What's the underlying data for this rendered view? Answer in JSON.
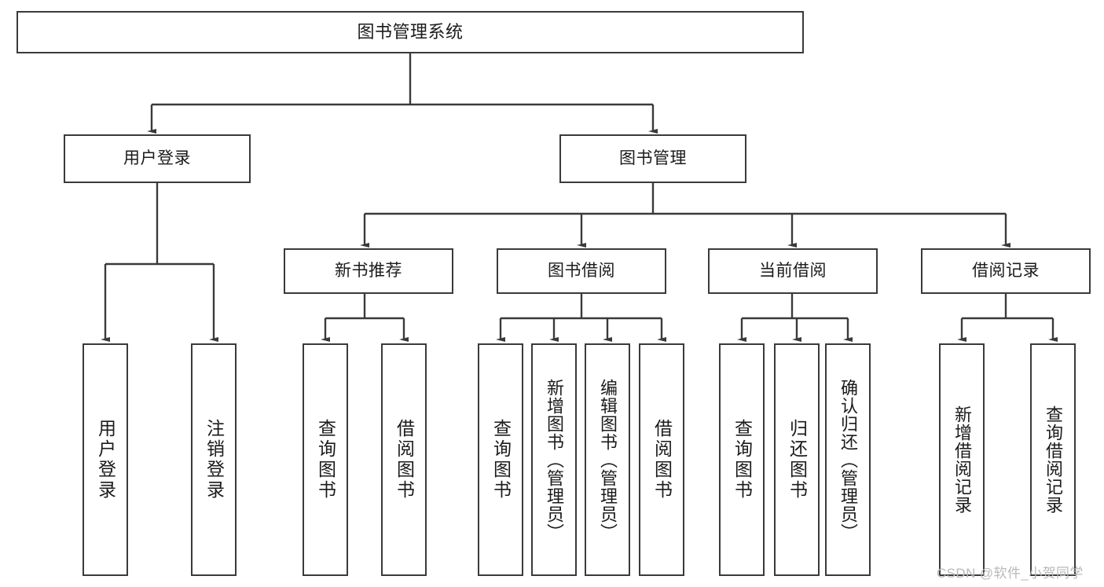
{
  "diagram": {
    "title": "图书管理系统",
    "type": "tree-hierarchy-chart",
    "nodes": {
      "root": {
        "label": "图书管理系统"
      },
      "level1": [
        {
          "id": "user-login",
          "label": "用户登录"
        },
        {
          "id": "book-management",
          "label": "图书管理"
        }
      ],
      "level2": [
        {
          "id": "new-book-recommend",
          "label": "新书推荐"
        },
        {
          "id": "book-borrow",
          "label": "图书借阅"
        },
        {
          "id": "current-borrow",
          "label": "当前借阅"
        },
        {
          "id": "borrow-record",
          "label": "借阅记录"
        }
      ],
      "leaves": [
        {
          "id": "leaf-user-login",
          "parent": "user-login",
          "label": "用户登录"
        },
        {
          "id": "leaf-logout",
          "parent": "user-login",
          "label": "注销登录"
        },
        {
          "id": "leaf-query-book-1",
          "parent": "new-book-recommend",
          "label": "查询图书"
        },
        {
          "id": "leaf-borrow-book-1",
          "parent": "new-book-recommend",
          "label": "借阅图书"
        },
        {
          "id": "leaf-query-book-2",
          "parent": "book-borrow",
          "label": "查询图书"
        },
        {
          "id": "leaf-add-book",
          "parent": "book-borrow",
          "label": "新增图书（管理员）"
        },
        {
          "id": "leaf-edit-book",
          "parent": "book-borrow",
          "label": "编辑图书（管理员）"
        },
        {
          "id": "leaf-borrow-book-2",
          "parent": "book-borrow",
          "label": "借阅图书"
        },
        {
          "id": "leaf-query-book-3",
          "parent": "current-borrow",
          "label": "查询图书"
        },
        {
          "id": "leaf-return-book",
          "parent": "current-borrow",
          "label": "归还图书"
        },
        {
          "id": "leaf-confirm-return",
          "parent": "current-borrow",
          "label": "确认归还（管理员）"
        },
        {
          "id": "leaf-add-record",
          "parent": "borrow-record",
          "label": "新增借阅记录"
        },
        {
          "id": "leaf-query-record",
          "parent": "borrow-record",
          "label": "查询借阅记录"
        }
      ]
    },
    "colors": {
      "border": "#3a3a3a",
      "background": "#ffffff",
      "text": "#1b1b1b",
      "watermark": "#b9b9b9"
    }
  },
  "watermark": {
    "text": "CSDN @软件_小贺同学"
  }
}
